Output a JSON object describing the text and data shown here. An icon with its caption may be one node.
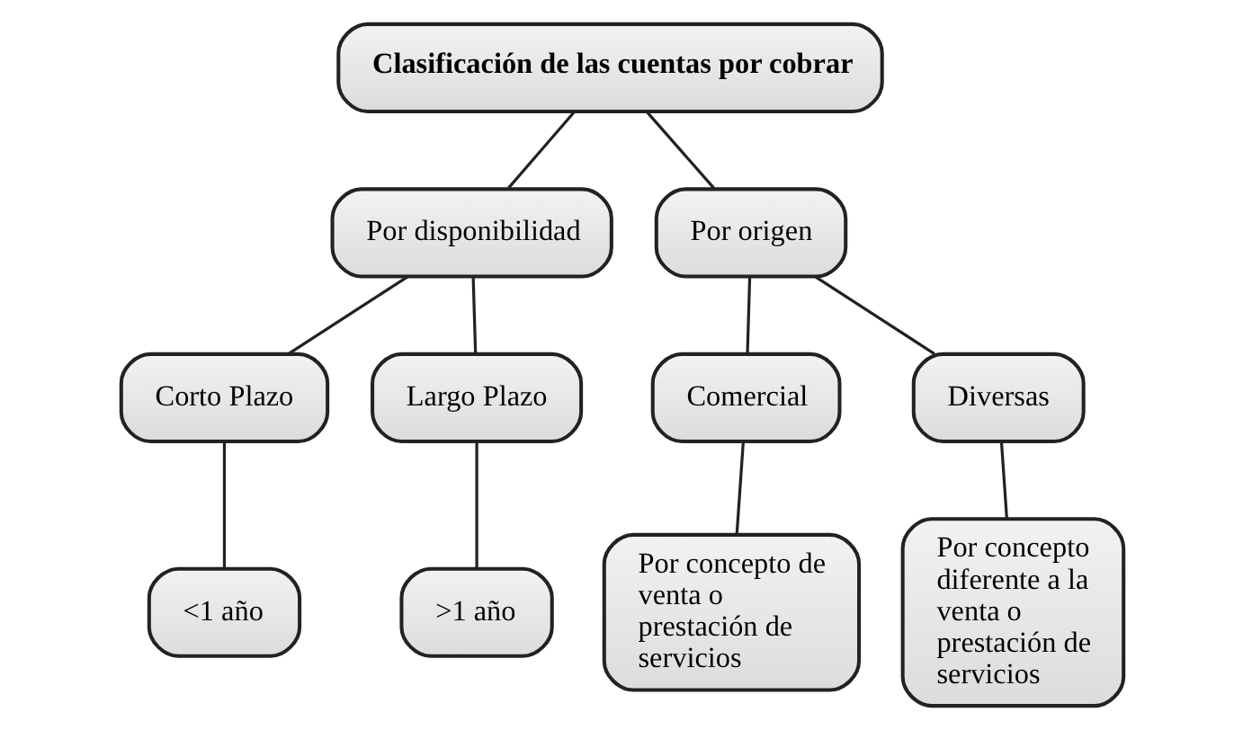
{
  "diagram": {
    "nodes": [
      {
        "text": [
          "Clasificación de las cuentas por cobrar"
        ]
      },
      {
        "text": [
          "Por disponibilidad"
        ]
      },
      {
        "text": [
          "Por origen"
        ]
      },
      {
        "text": [
          "Corto Plazo"
        ]
      },
      {
        "text": [
          "Largo Plazo"
        ]
      },
      {
        "text": [
          "Comercial"
        ]
      },
      {
        "text": [
          "Diversas"
        ]
      },
      {
        "text": [
          "<1 año"
        ]
      },
      {
        "text": [
          ">1 año"
        ]
      },
      {
        "text": [
          "Por concepto de venta o prestación de servicios"
        ]
      },
      {
        "text": [
          "Por concepto diferente a la venta o prestación de servicios"
        ]
      }
    ],
    "edges": [
      {
        "from": 0,
        "to": 1,
        "arrow": "none"
      },
      {
        "from": 0,
        "to": 2,
        "arrow": "none"
      },
      {
        "from": 1,
        "to": 3,
        "arrow": "none"
      },
      {
        "from": 1,
        "to": 4,
        "arrow": "none"
      },
      {
        "from": 2,
        "to": 5,
        "arrow": "none"
      },
      {
        "from": 2,
        "to": 6,
        "arrow": "none"
      },
      {
        "from": 3,
        "to": 7,
        "arrow": "none"
      },
      {
        "from": 4,
        "to": 8,
        "arrow": "none"
      },
      {
        "from": 5,
        "to": 9,
        "arrow": "none"
      },
      {
        "from": 6,
        "to": 10,
        "arrow": "none"
      }
    ]
  }
}
